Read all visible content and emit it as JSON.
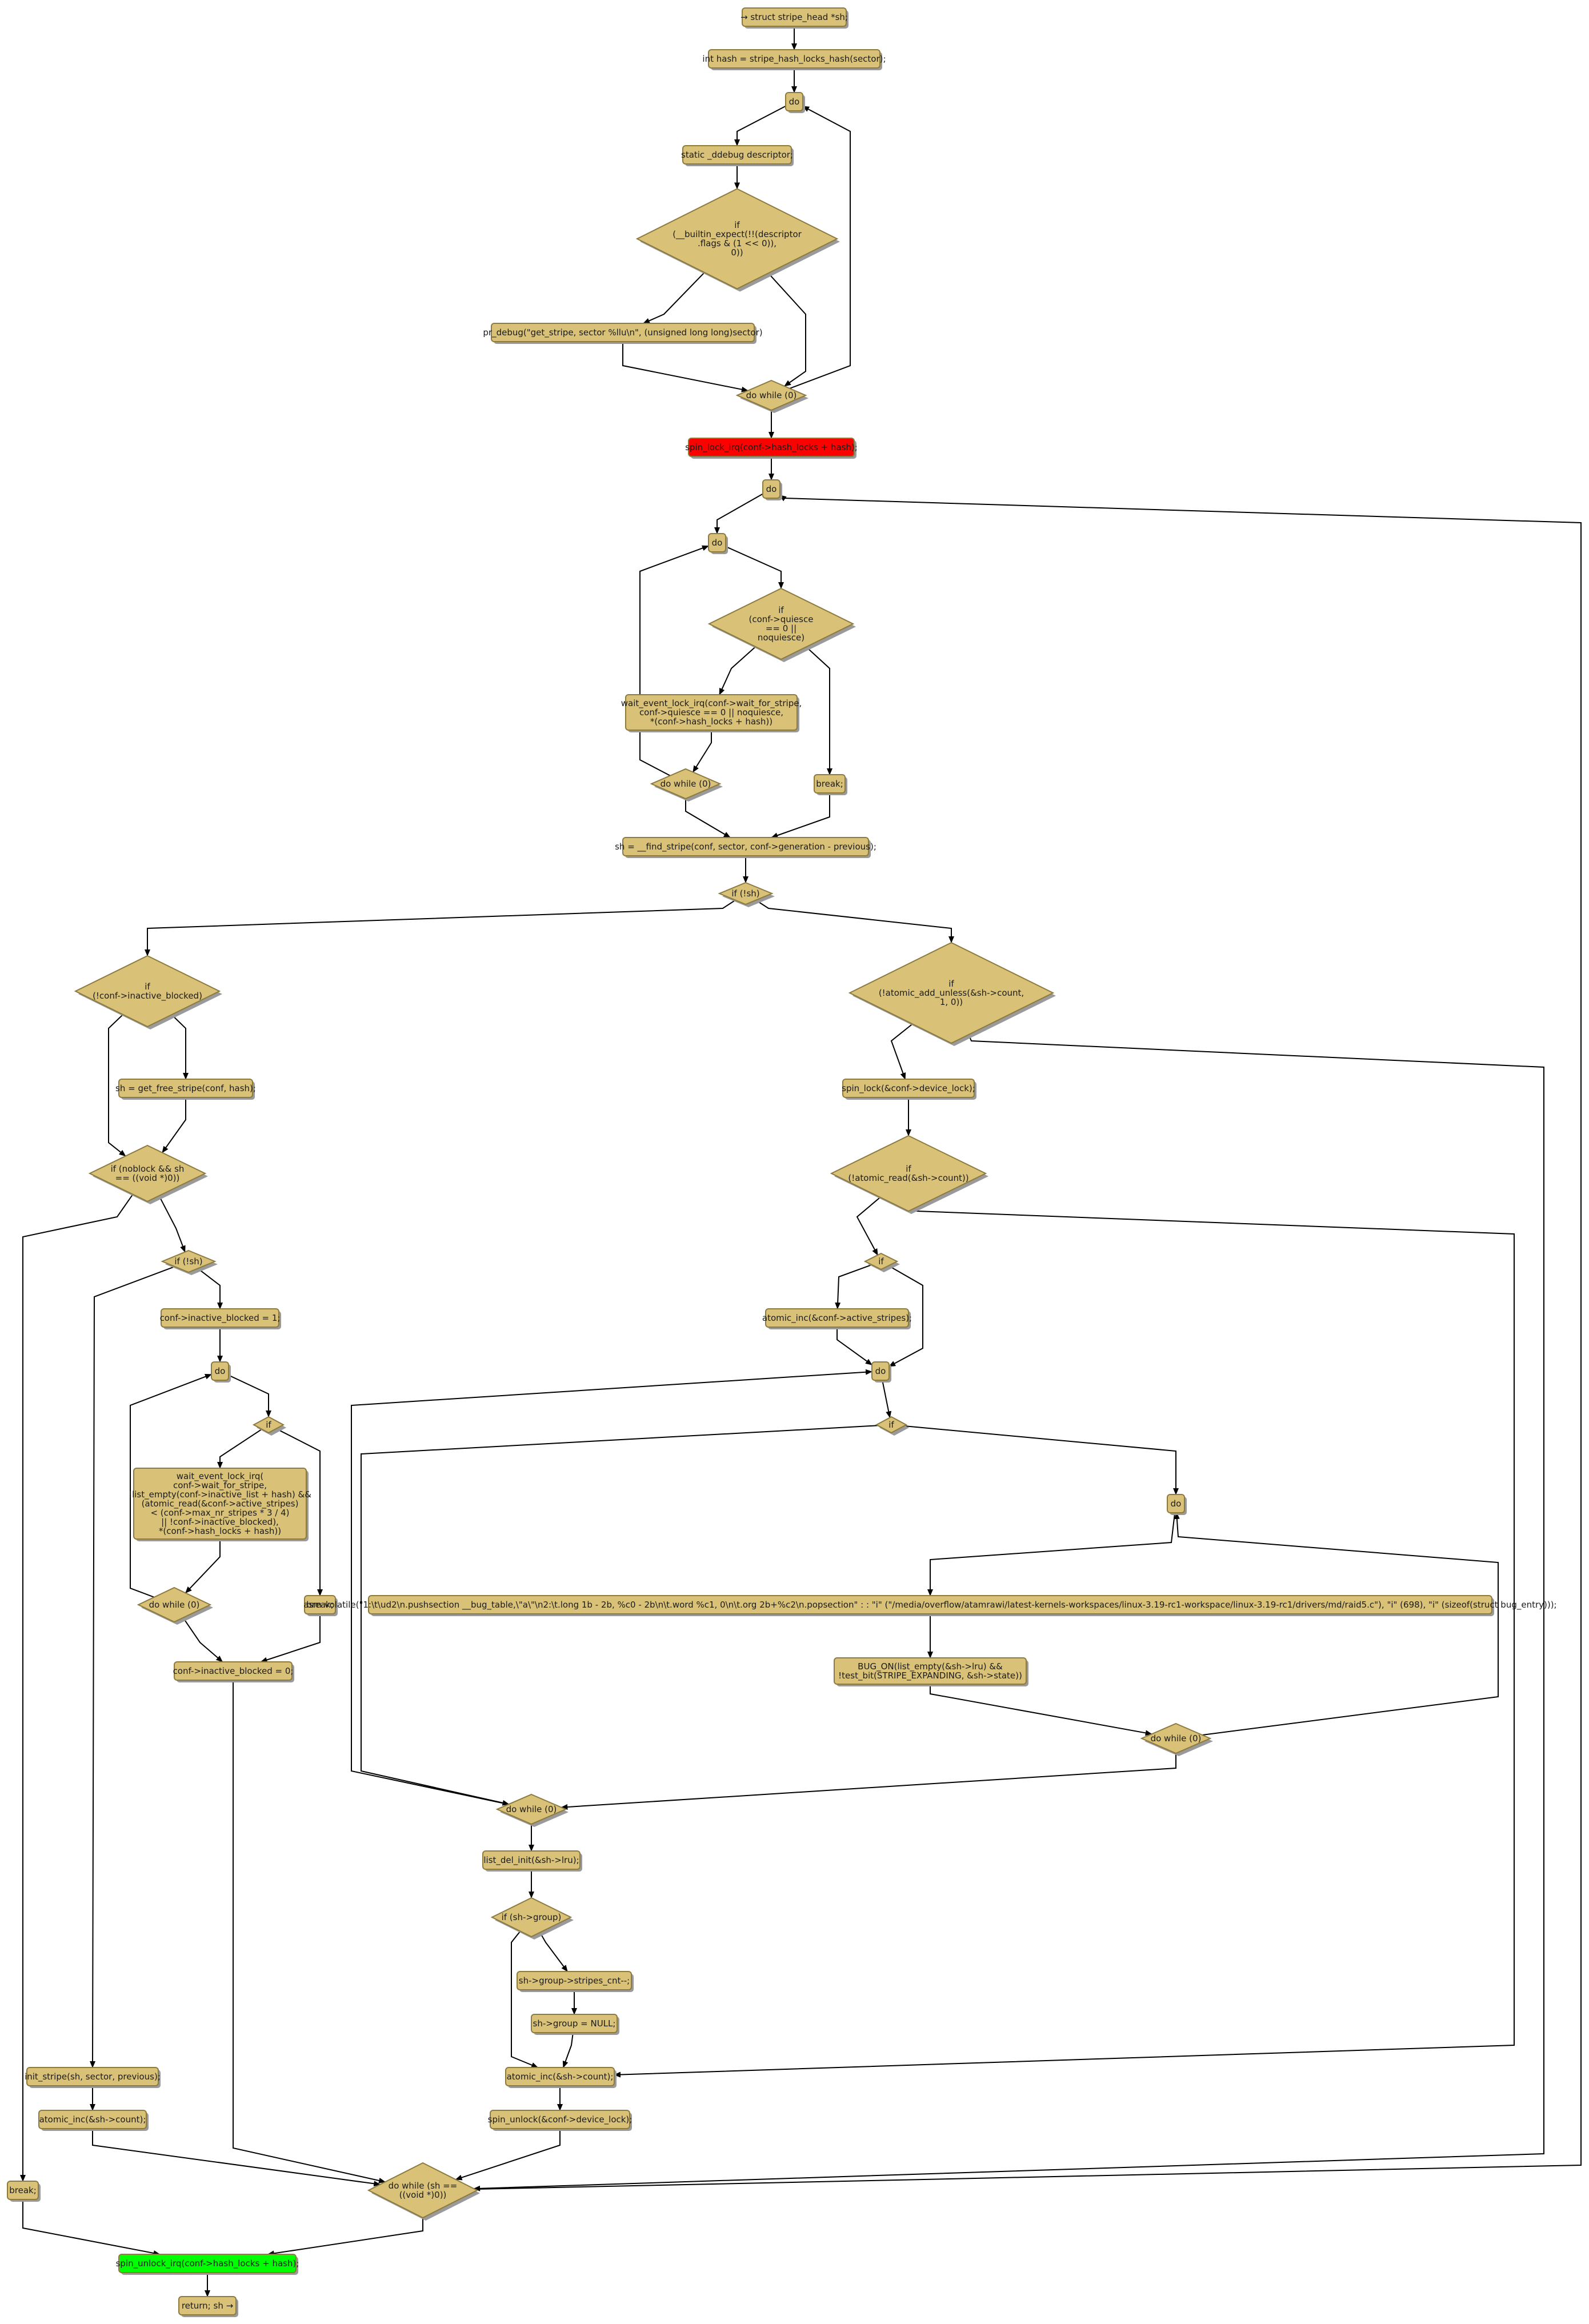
{
  "colors": {
    "node_fill": "#d9c278",
    "node_border": "#8c7a3e",
    "lock_node": "#ff0000",
    "unlock_node": "#00ff00",
    "edge": "#000000",
    "shadow": "#9a9a9a"
  },
  "nodes": [
    {
      "id": "n1",
      "kind": "box",
      "lines": [
        "→ struct stripe_head *sh;"
      ]
    },
    {
      "id": "n2",
      "kind": "box",
      "lines": [
        "int hash = stripe_hash_locks_hash(sector);"
      ]
    },
    {
      "id": "n3",
      "kind": "box",
      "lines": [
        "do"
      ]
    },
    {
      "id": "n4",
      "kind": "box",
      "lines": [
        "static _ddebug descriptor;"
      ]
    },
    {
      "id": "n5",
      "kind": "diamond",
      "lines": [
        "if",
        "(__builtin_expect(!!(descriptor",
        ".flags & (1 << 0)),",
        "0))"
      ]
    },
    {
      "id": "n6",
      "kind": "box",
      "lines": [
        "pr_debug(\"get_stripe, sector %llu\\n\", (unsigned long long)sector)"
      ]
    },
    {
      "id": "n7",
      "kind": "diamond",
      "lines": [
        "do while (0)"
      ]
    },
    {
      "id": "n8",
      "kind": "box",
      "color": "lock",
      "lines": [
        "spin_lock_irq(conf->hash_locks + hash);"
      ]
    },
    {
      "id": "n9",
      "kind": "box",
      "lines": [
        "do"
      ]
    },
    {
      "id": "n10",
      "kind": "box",
      "lines": [
        "do"
      ]
    },
    {
      "id": "n11",
      "kind": "diamond",
      "lines": [
        "if",
        "(conf->quiesce",
        "== 0 ||",
        "noquiesce)"
      ]
    },
    {
      "id": "n12",
      "kind": "box",
      "lines": [
        "wait_event_lock_irq(conf->wait_for_stripe,",
        "conf->quiesce == 0 || noquiesce,",
        "*(conf->hash_locks + hash))"
      ]
    },
    {
      "id": "n13",
      "kind": "box",
      "lines": [
        "break;"
      ]
    },
    {
      "id": "n14",
      "kind": "diamond",
      "lines": [
        "do while (0)"
      ]
    },
    {
      "id": "n15",
      "kind": "box",
      "lines": [
        "sh = __find_stripe(conf, sector, conf->generation - previous);"
      ]
    },
    {
      "id": "n16",
      "kind": "diamond",
      "lines": [
        "if (!sh)"
      ]
    },
    {
      "id": "n17",
      "kind": "diamond",
      "lines": [
        "if",
        "(!conf->inactive_blocked)"
      ]
    },
    {
      "id": "n18",
      "kind": "diamond",
      "lines": [
        "if",
        "(!atomic_add_unless(&sh->count,",
        "1, 0))"
      ]
    },
    {
      "id": "n19",
      "kind": "box",
      "lines": [
        "sh = get_free_stripe(conf, hash);"
      ]
    },
    {
      "id": "n20",
      "kind": "box",
      "lines": [
        "spin_lock(&conf->device_lock);"
      ]
    },
    {
      "id": "n21",
      "kind": "diamond",
      "lines": [
        "if (noblock && sh",
        "== ((void *)0))"
      ]
    },
    {
      "id": "n22",
      "kind": "diamond",
      "lines": [
        "if",
        "(!atomic_read(&sh->count))"
      ]
    },
    {
      "id": "n23",
      "kind": "diamond",
      "lines": [
        "if (!sh)"
      ]
    },
    {
      "id": "n24",
      "kind": "diamond",
      "lines": [
        "if"
      ]
    },
    {
      "id": "n25",
      "kind": "box",
      "lines": [
        "conf->inactive_blocked = 1;"
      ]
    },
    {
      "id": "n26",
      "kind": "box",
      "lines": [
        "atomic_inc(&conf->active_stripes);"
      ]
    },
    {
      "id": "n27",
      "kind": "box",
      "lines": [
        "do"
      ]
    },
    {
      "id": "n28",
      "kind": "box",
      "lines": [
        "do"
      ]
    },
    {
      "id": "n29",
      "kind": "diamond",
      "lines": [
        "if"
      ]
    },
    {
      "id": "n30",
      "kind": "diamond",
      "lines": [
        "if"
      ]
    },
    {
      "id": "n31",
      "kind": "box",
      "lines": [
        "wait_event_lock_irq(",
        "conf->wait_for_stripe,",
        "!list_empty(conf->inactive_list + hash) &&",
        "(atomic_read(&conf->active_stripes)",
        "< (conf->max_nr_stripes * 3 / 4)",
        "|| !conf->inactive_blocked),",
        "*(conf->hash_locks + hash))"
      ]
    },
    {
      "id": "n32",
      "kind": "box",
      "lines": [
        "do"
      ]
    },
    {
      "id": "n33",
      "kind": "diamond",
      "lines": [
        "do while (0)"
      ]
    },
    {
      "id": "n34",
      "kind": "box",
      "lines": [
        "break;"
      ]
    },
    {
      "id": "n35",
      "kind": "box",
      "lines": [
        "asm volatile(\"1:\\t\\ud2\\n.pushsection __bug_table,\\\"a\\\"\\n2:\\t.long 1b - 2b, %c0 - 2b\\n\\t.word %c1, 0\\n\\t.org 2b+%c2\\n.popsection\" : : \"i\" (\"/media/overflow/atamrawi/latest-kernels-workspaces/linux-3.19-rc1-workspace/linux-3.19-rc1/drivers/md/raid5.c\"), \"i\" (698), \"i\" (sizeof(struct bug_entry)));"
      ]
    },
    {
      "id": "n36",
      "kind": "box",
      "lines": [
        "conf->inactive_blocked = 0;"
      ]
    },
    {
      "id": "n37",
      "kind": "box",
      "lines": [
        "BUG_ON(list_empty(&sh->lru) &&",
        "!test_bit(STRIPE_EXPANDING, &sh->state))"
      ]
    },
    {
      "id": "n38",
      "kind": "diamond",
      "lines": [
        "do while (0)"
      ]
    },
    {
      "id": "n39",
      "kind": "diamond",
      "lines": [
        "do while (0)"
      ]
    },
    {
      "id": "n40",
      "kind": "box",
      "lines": [
        "list_del_init(&sh->lru);"
      ]
    },
    {
      "id": "n41",
      "kind": "diamond",
      "lines": [
        "if (sh->group)"
      ]
    },
    {
      "id": "n42",
      "kind": "box",
      "lines": [
        "sh->group->stripes_cnt--;"
      ]
    },
    {
      "id": "n43",
      "kind": "box",
      "lines": [
        "sh->group = NULL;"
      ]
    },
    {
      "id": "n44",
      "kind": "box",
      "lines": [
        "init_stripe(sh, sector, previous);"
      ]
    },
    {
      "id": "n45",
      "kind": "box",
      "lines": [
        "atomic_inc(&sh->count);"
      ]
    },
    {
      "id": "n46",
      "kind": "box",
      "lines": [
        "atomic_inc(&sh->count);"
      ]
    },
    {
      "id": "n47",
      "kind": "box",
      "lines": [
        "spin_unlock(&conf->device_lock);"
      ]
    },
    {
      "id": "n48",
      "kind": "box",
      "lines": [
        "break;"
      ]
    },
    {
      "id": "n49",
      "kind": "diamond",
      "lines": [
        "do while (sh ==",
        "((void *)0))"
      ]
    },
    {
      "id": "n50",
      "kind": "box",
      "color": "unlock",
      "lines": [
        "spin_unlock_irq(conf->hash_locks + hash);"
      ]
    },
    {
      "id": "n51",
      "kind": "box",
      "lines": [
        "return; sh →"
      ]
    }
  ],
  "edges": [
    [
      "n1",
      "n2"
    ],
    [
      "n2",
      "n3"
    ],
    [
      "n3",
      "n4"
    ],
    [
      "n4",
      "n5"
    ],
    [
      "n5",
      "n6"
    ],
    [
      "n5",
      "n7"
    ],
    [
      "n6",
      "n7"
    ],
    [
      "n7",
      "n3"
    ],
    [
      "n7",
      "n8"
    ],
    [
      "n8",
      "n9"
    ],
    [
      "n9",
      "n10"
    ],
    [
      "n10",
      "n11"
    ],
    [
      "n11",
      "n12"
    ],
    [
      "n11",
      "n13"
    ],
    [
      "n12",
      "n14"
    ],
    [
      "n14",
      "n10"
    ],
    [
      "n14",
      "n15"
    ],
    [
      "n13",
      "n15"
    ],
    [
      "n15",
      "n16"
    ],
    [
      "n16",
      "n17"
    ],
    [
      "n16",
      "n18"
    ],
    [
      "n17",
      "n19"
    ],
    [
      "n17",
      "n21"
    ],
    [
      "n19",
      "n21"
    ],
    [
      "n18",
      "n20"
    ],
    [
      "n18",
      "n49"
    ],
    [
      "n20",
      "n22"
    ],
    [
      "n22",
      "n24"
    ],
    [
      "n22",
      "n46"
    ],
    [
      "n21",
      "n23"
    ],
    [
      "n21",
      "n48"
    ],
    [
      "n23",
      "n25"
    ],
    [
      "n23",
      "n44"
    ],
    [
      "n24",
      "n26"
    ],
    [
      "n24",
      "n27"
    ],
    [
      "n26",
      "n27"
    ],
    [
      "n25",
      "n28"
    ],
    [
      "n27",
      "n29"
    ],
    [
      "n28",
      "n30"
    ],
    [
      "n29",
      "n32"
    ],
    [
      "n29",
      "n39"
    ],
    [
      "n30",
      "n31"
    ],
    [
      "n30",
      "n34"
    ],
    [
      "n31",
      "n33"
    ],
    [
      "n32",
      "n35"
    ],
    [
      "n33",
      "n28"
    ],
    [
      "n33",
      "n36"
    ],
    [
      "n34",
      "n36"
    ],
    [
      "n35",
      "n37"
    ],
    [
      "n37",
      "n38"
    ],
    [
      "n38",
      "n32"
    ],
    [
      "n38",
      "n39"
    ],
    [
      "n39",
      "n27"
    ],
    [
      "n39",
      "n40"
    ],
    [
      "n40",
      "n41"
    ],
    [
      "n41",
      "n42"
    ],
    [
      "n41",
      "n46"
    ],
    [
      "n42",
      "n43"
    ],
    [
      "n43",
      "n46"
    ],
    [
      "n44",
      "n45"
    ],
    [
      "n46",
      "n47"
    ],
    [
      "n45",
      "n49"
    ],
    [
      "n47",
      "n49"
    ],
    [
      "n36",
      "n49"
    ],
    [
      "n49",
      "n9"
    ],
    [
      "n48",
      "n50"
    ],
    [
      "n49",
      "n50"
    ],
    [
      "n50",
      "n51"
    ]
  ]
}
